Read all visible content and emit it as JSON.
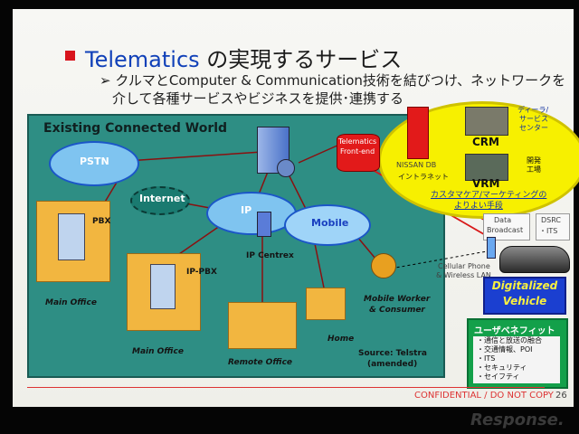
{
  "slide": {
    "title_accent": "Telematics",
    "title_rest": " の実現するサービス",
    "subtitle_line1": "➢ クルマとComputer & Communication技術を結びつけ、ネットワークを",
    "subtitle_line2": "介して各種サービスやビジネスを提供･連携する",
    "panel_title": "Existing Connected World",
    "clouds": {
      "pstn": "PSTN",
      "internet": "Internet",
      "ip": "IP",
      "mobile": "Mobile"
    },
    "labels": {
      "pbx": "PBX",
      "ip_pbx": "IP-PBX",
      "ip_centrex": "IP Centrex",
      "main_office_1": "Main Office",
      "main_office_2": "Main Office",
      "remote_office": "Remote Office",
      "home": "Home",
      "mobile_worker_1": "Mobile Worker",
      "mobile_worker_2": "& Consumer",
      "source_1": "Source: Telstra",
      "source_2": "(amended)"
    },
    "right": {
      "telematics_1": "Telematics",
      "telematics_2": "Front-end",
      "nissan_db": "NISSAN DB",
      "intranet": "イントラネット",
      "dealer_1": "ディーラ/",
      "dealer_2": "サービス",
      "dealer_3": "センター",
      "crm": "CRM",
      "vrm": "VRM",
      "dev_1": "開発",
      "dev_2": "工場",
      "marketing_1": "カスタマケア/マーケティングの",
      "marketing_2": "よりよい手段",
      "data_broadcast_1": "Data",
      "data_broadcast_2": "Broadcast",
      "dsrc_1": "DSRC",
      "dsrc_2": "・ITS",
      "cellular_1": "Cellular Phone",
      "cellular_2": "& Wireless LAN",
      "vehicle_1": "Digitalized",
      "vehicle_2": "Vehicle"
    },
    "benefit": {
      "header": "ユーザベネフィット",
      "items": [
        "・通信と放送の融合",
        "・交通情報、POI",
        "・ITS",
        "・セキュリティ",
        "・セイフティ"
      ]
    },
    "footer": {
      "confidential": "CONFIDENTIAL / DO NOT COPY",
      "page": "26"
    },
    "watermark": "Response."
  },
  "colors": {
    "panel": "#2e8e84",
    "cloud": "#7fc4f0",
    "oval": "#f7f000",
    "accent": "#1040b8",
    "red": "#d8141c"
  }
}
